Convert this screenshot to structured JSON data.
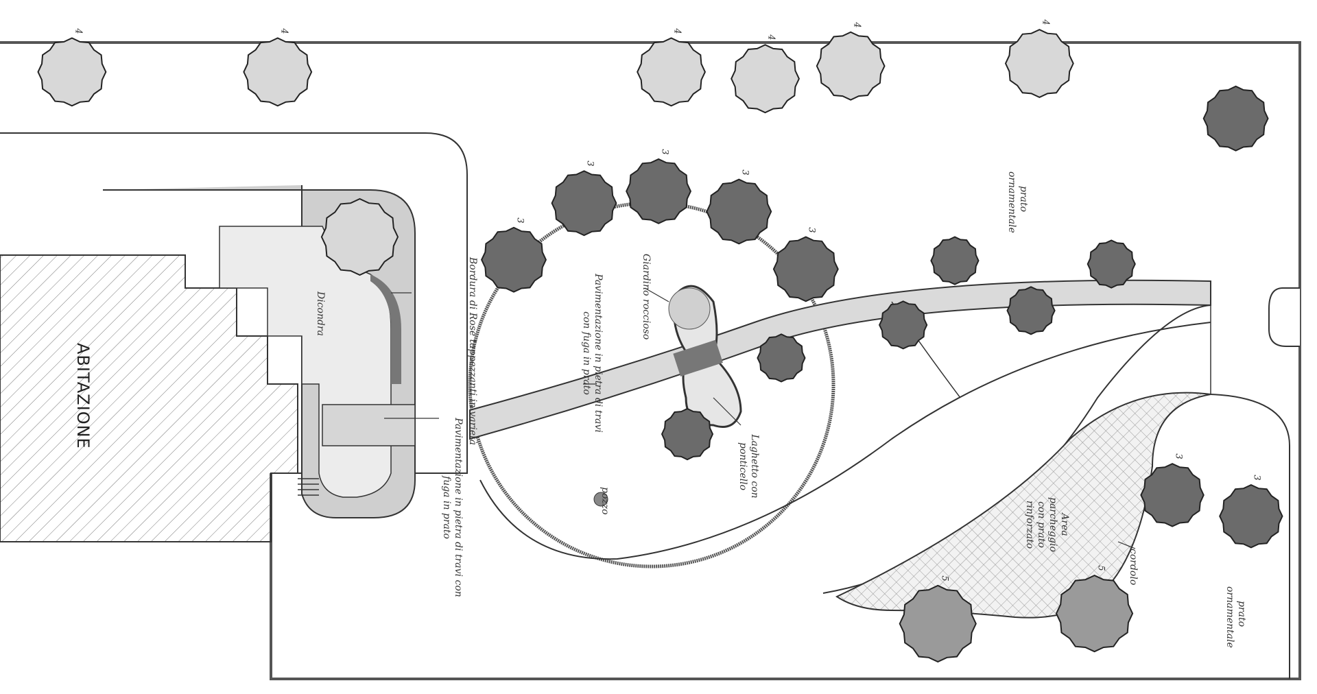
{
  "plan": {
    "house": "ABITAZIONE",
    "rose_border": "Bordura di Rose tappezzanti in varietà",
    "dichondra": "Dicondra",
    "paving_1": "Pavimentazione in pietra di travi con fuga in prato",
    "paving_2": "Pavimentazione in pietra di travi con fuga in prato",
    "rock_garden": "Giardino roccioso",
    "pond": "Laghetto con ponticello",
    "well": "pozzo",
    "lawn_1": "prato ornamentale",
    "lawn_2": "prato ornamentale",
    "parking": "Area parcheggio con prato rinforzato",
    "curb": "cordolo",
    "tree_numbers": {
      "n3": "3",
      "n4": "4",
      "n5": "5"
    }
  },
  "colors": {
    "line": "#333333",
    "fill_light": "#e4e4e4",
    "fill_dark": "#8a8a8a",
    "tree": "#6b6b6b"
  }
}
